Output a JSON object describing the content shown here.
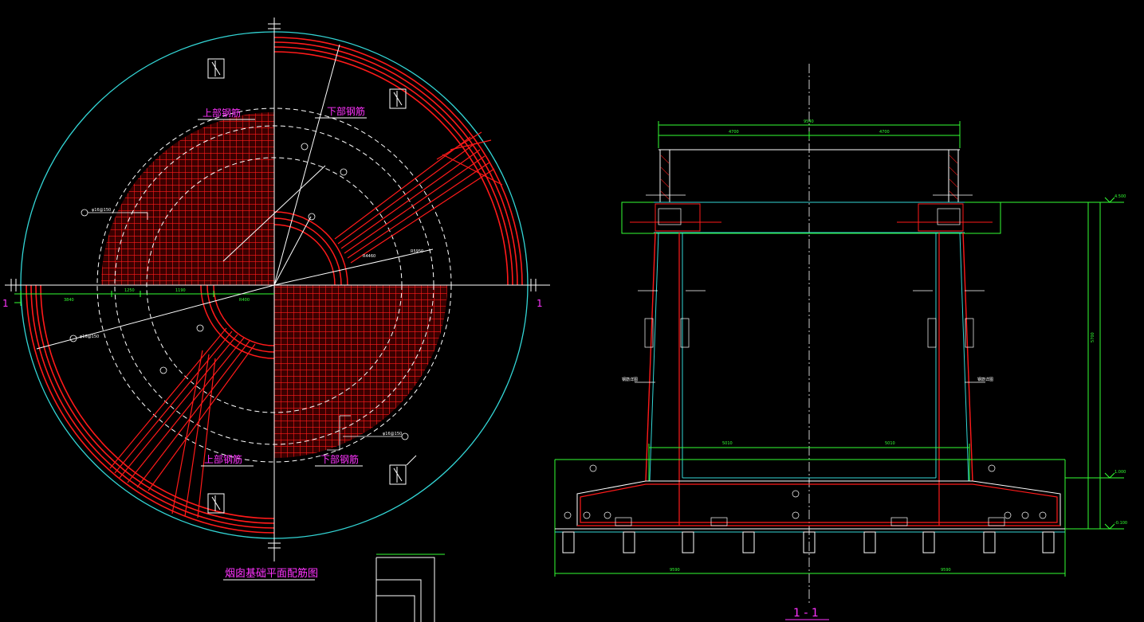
{
  "plan": {
    "title": "烟囱基础平面配筋图",
    "label_top_left": "上部钢筋",
    "label_top_right": "下部钢筋",
    "label_bottom_left": "上部钢筋",
    "label_bottom_right": "下部钢筋",
    "section_mark_left": "1",
    "section_mark_right": "1",
    "dim_left_1": "3840",
    "dim_left_2": "1250",
    "dim_left_3": "1190",
    "dim_left_4": "R400",
    "dim_radius_1": "R4460",
    "dim_radius_2": "R5950",
    "callout_1": "φ16@150",
    "callout_2": "φ16@150",
    "callout_3": "φ16@150"
  },
  "section": {
    "title": "1 - 1",
    "dim_top_total": "9540",
    "dim_top_left": "4700",
    "dim_top_right": "4700",
    "dim_mid_left": "5010",
    "dim_mid_right": "5010",
    "dim_bottom_left": "9590",
    "dim_bottom_right": "9590",
    "elev_top": "4.500",
    "elev_mid": "1.000",
    "elev_bottom": "-0.100",
    "height_total": "5700",
    "note_left": "钢筋详图",
    "note_right": "钢筋详图"
  },
  "colors": {
    "background": "#000000",
    "cyan": "#33d6d6",
    "rebar_red": "#ff1a1a",
    "green": "#33ff33",
    "white": "#ffffff",
    "magenta": "#ff33ff"
  }
}
